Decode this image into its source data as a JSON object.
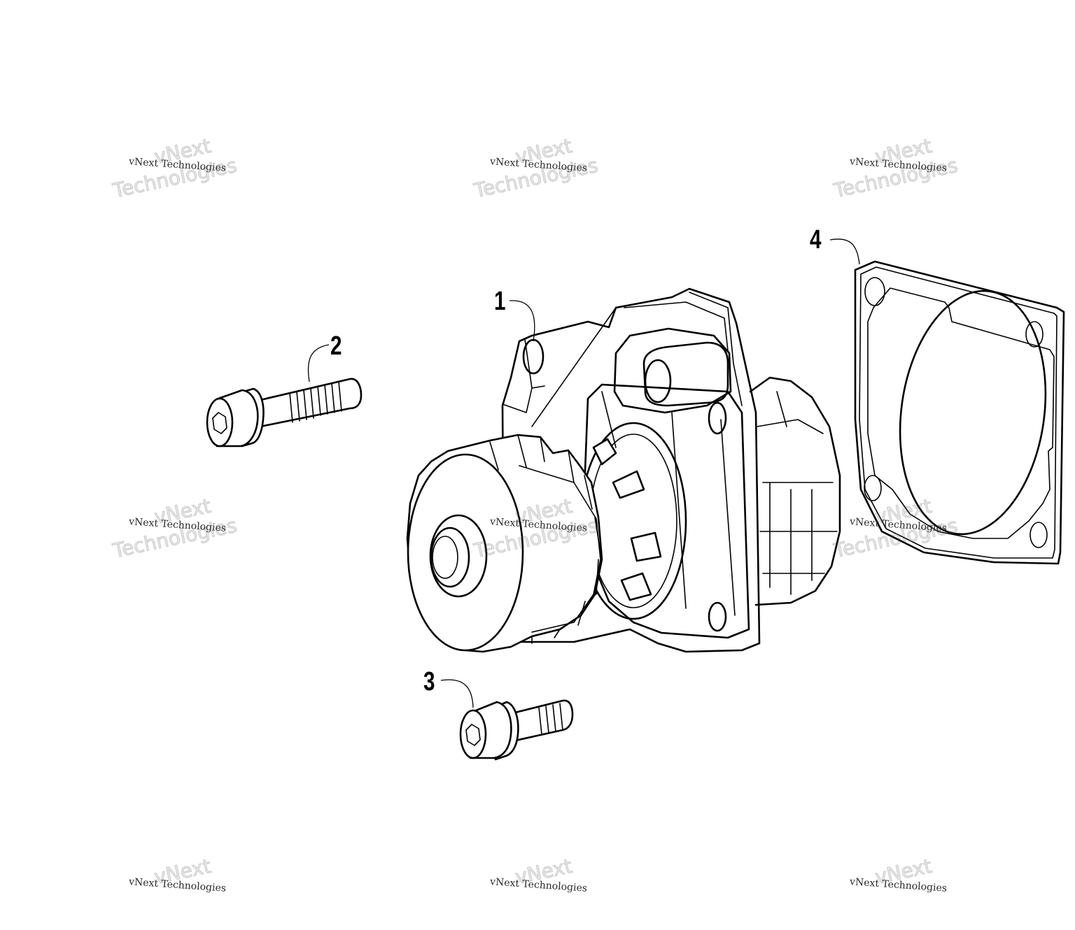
{
  "callouts": [
    {
      "id": "1",
      "label": "1"
    },
    {
      "id": "2",
      "label": "2"
    },
    {
      "id": "3",
      "label": "3"
    },
    {
      "id": "4",
      "label": "4"
    }
  ],
  "watermark": {
    "small_text": "vNext Technologies",
    "big_line1": "vNext",
    "big_line2": "Technologies"
  }
}
